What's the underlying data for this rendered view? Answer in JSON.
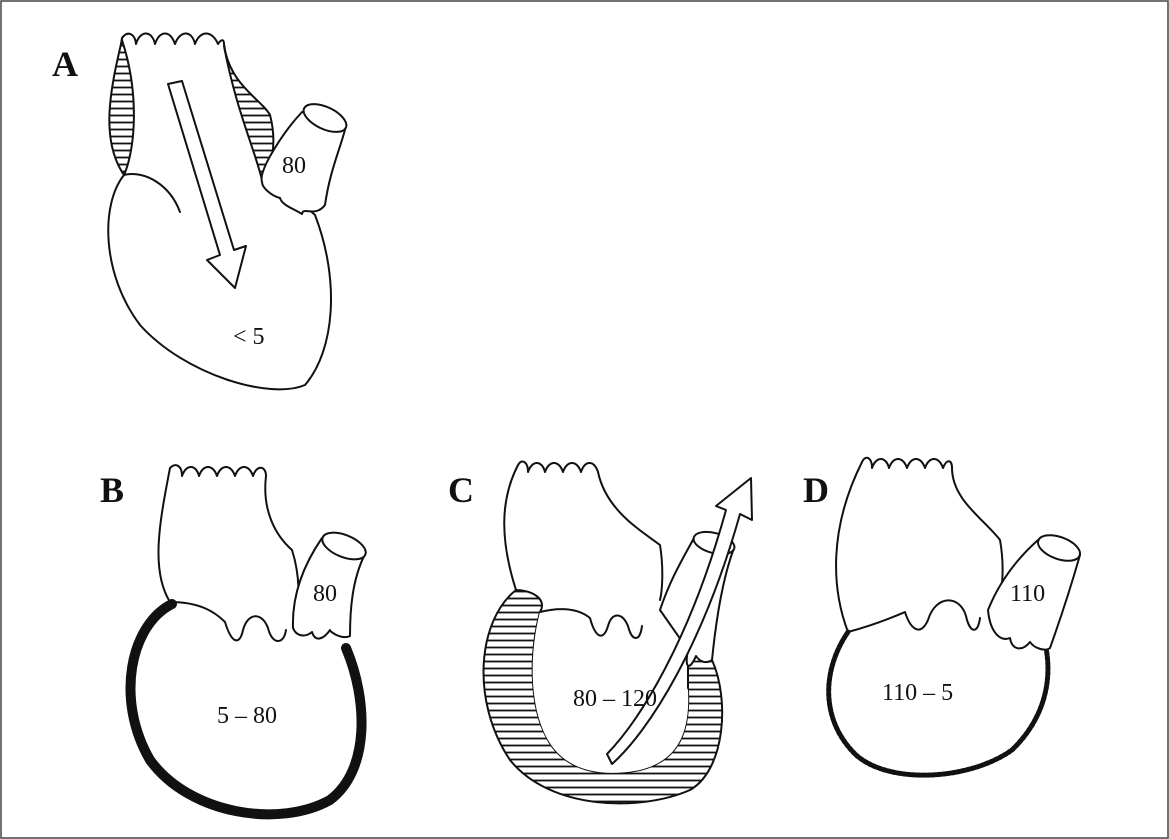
{
  "panels": {
    "a": {
      "label": "A",
      "aorta_pressure": "80",
      "ventricle_pressure": "< 5"
    },
    "b": {
      "label": "B",
      "aorta_pressure": "80",
      "ventricle_pressure": "5 – 80"
    },
    "c": {
      "label": "C",
      "ventricle_pressure": "80 – 120"
    },
    "d": {
      "label": "D",
      "aorta_pressure": "110",
      "ventricle_pressure": "110 – 5"
    }
  },
  "colors": {
    "ink": "#111111",
    "background": "#ffffff",
    "border": "#444444"
  }
}
